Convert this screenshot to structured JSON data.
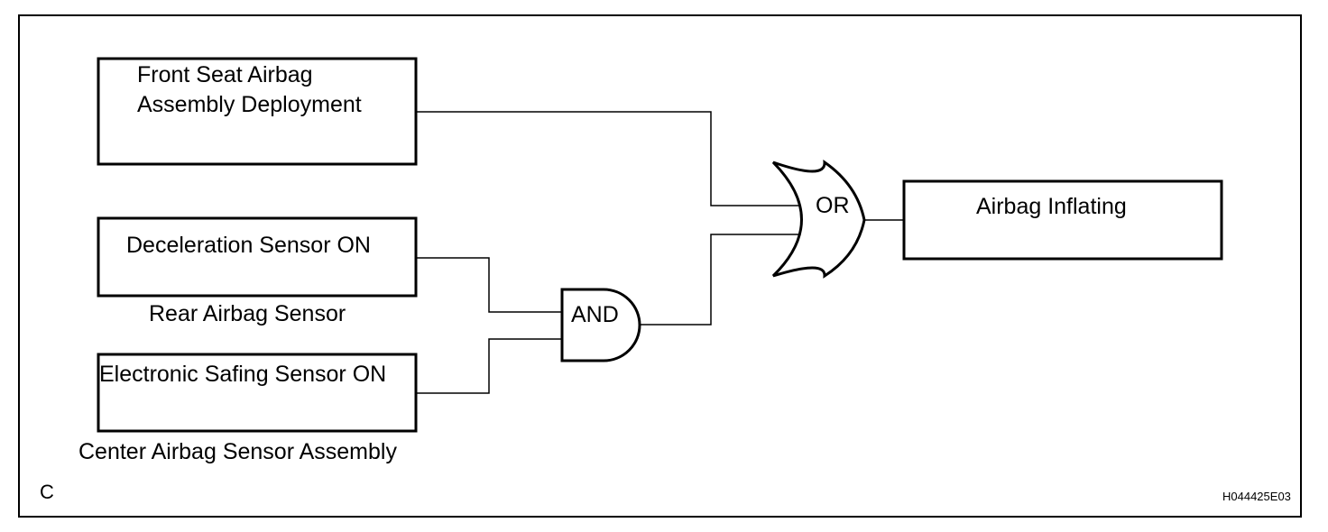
{
  "boxes": {
    "front_seat_airbag": {
      "line1": "Front Seat Airbag",
      "line2": "Assembly Deployment"
    },
    "deceleration_sensor": "Deceleration Sensor ON",
    "electronic_safing_sensor": "Electronic Safing Sensor ON",
    "airbag_inflating": "Airbag Inflating"
  },
  "captions": {
    "rear_airbag_sensor": "Rear Airbag Sensor",
    "center_airbag_sensor_assembly": "Center Airbag Sensor Assembly"
  },
  "gates": {
    "and": "AND",
    "or": "OR"
  },
  "corner_label": "C",
  "figure_code": "H044425E03"
}
